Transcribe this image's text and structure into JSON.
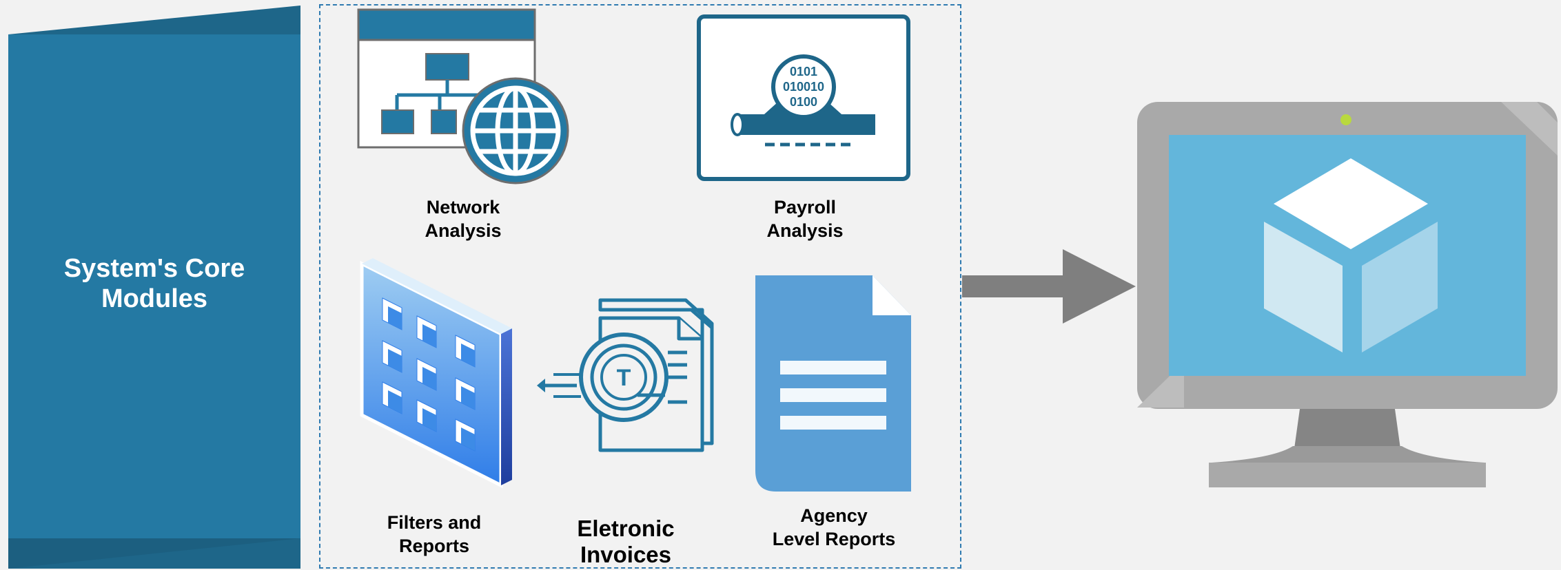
{
  "banner": {
    "title": "System's Core Modules",
    "color": "#2479a3"
  },
  "modules": {
    "network": {
      "label": "Network\nAnalysis",
      "icon": "network-globe-icon"
    },
    "payroll": {
      "label": "Payroll\nAnalysis",
      "icon": "data-pipe-icon",
      "binary_text": [
        "0101",
        "010010",
        "0100"
      ]
    },
    "filters": {
      "label": "Filters and\nReports",
      "icon": "building-grid-icon"
    },
    "invoices": {
      "label": "Eletronic\nInvoices",
      "icon": "invoice-document-icon",
      "stamp_letter": "T"
    },
    "agency": {
      "label": "Agency\nLevel Reports",
      "icon": "document-icon"
    }
  },
  "flow": {
    "arrow": "arrow-right-icon",
    "target": "monitor-cube-icon"
  },
  "colors": {
    "accent": "#2479a3",
    "dark_blue": "#1e6689",
    "doc_blue": "#5a9fd6",
    "screen_blue": "#63b6db",
    "monitor_gray": "#a9a9a9",
    "arrow_gray": "#7f7f7f"
  }
}
